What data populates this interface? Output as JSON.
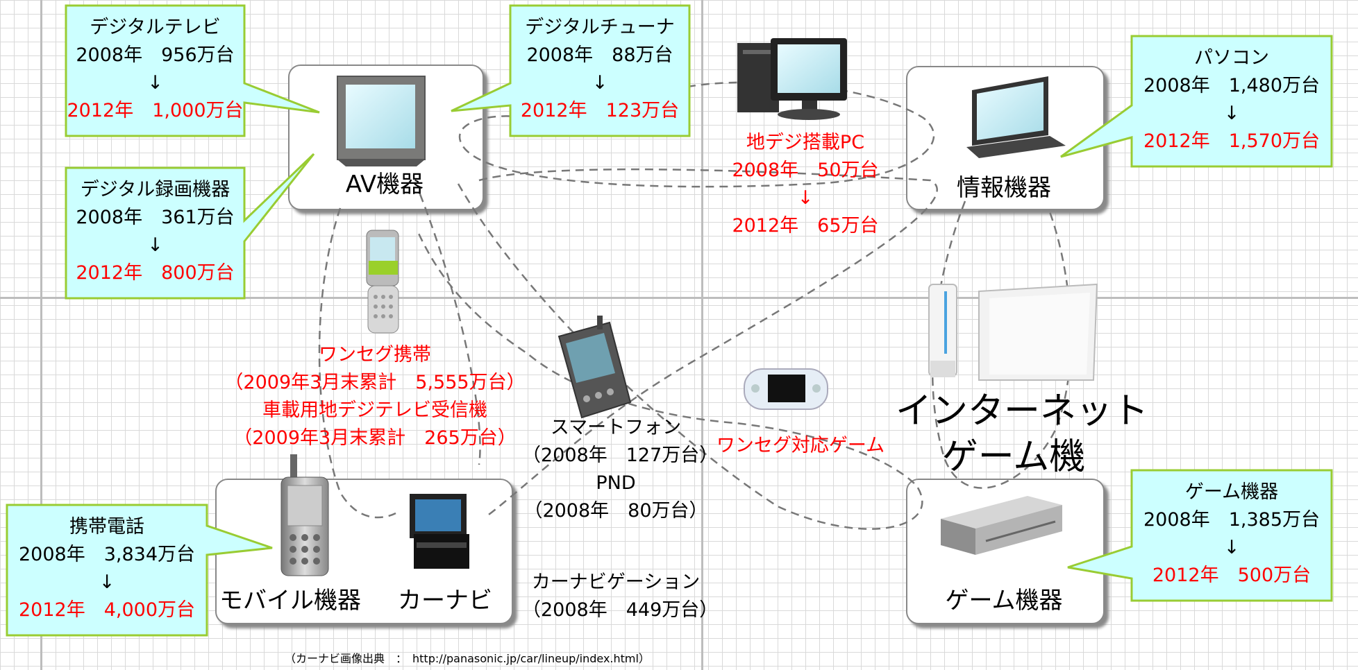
{
  "categories": {
    "av": "AV機器",
    "info": "情報機器",
    "mobile": "モバイル機器",
    "carnavi": "カーナビ",
    "game": "ゲーム機器"
  },
  "callouts": {
    "digital_tv": {
      "name": "デジタルテレビ",
      "y2008": "2008年　956万台",
      "arrow": "↓",
      "y2012": "2012年　1,000万台"
    },
    "digital_tuner": {
      "name": "デジタルチューナ",
      "y2008": "2008年　88万台",
      "arrow": "↓",
      "y2012": "2012年　123万台"
    },
    "digital_recorder": {
      "name": "デジタル録画機器",
      "y2008": "2008年　361万台",
      "arrow": "↓",
      "y2012": "2012年　800万台"
    },
    "pc": {
      "name": "パソコン",
      "y2008": "2008年　1,480万台",
      "arrow": "↓",
      "y2012": "2012年　1,570万台"
    },
    "mobile_phone": {
      "name": "携帯電話",
      "y2008": "2008年　3,834万台",
      "arrow": "↓",
      "y2012": "2012年　4,000万台"
    },
    "game_device": {
      "name": "ゲーム機器",
      "y2008": "2008年　1,385万台",
      "arrow": "↓",
      "y2012": "2012年　500万台"
    }
  },
  "chideji_pc": {
    "name": "地デジ搭載PC",
    "y2008": "2008年　50万台",
    "arrow": "↓",
    "y2012": "2012年　65万台"
  },
  "oneseg_phone": {
    "line1": "ワンセグ携帯",
    "line2": "（2009年3月末累計　5,555万台）",
    "line3": "車載用地デジテレビ受信機",
    "line4": "（2009年3月末累計　265万台）"
  },
  "smartphone": {
    "line1": "スマートフォン",
    "line2": "（2008年　127万台）",
    "line3": "PND",
    "line4": "（2008年　80万台）"
  },
  "carnavigation": {
    "line1": "カーナビゲーション",
    "line2": "（2008年　449万台）"
  },
  "oneseg_game": "ワンセグ対応ゲーム",
  "internet_game": {
    "line1": "インターネット",
    "line2": "ゲーム機"
  },
  "source_note": "（カーナビ画像出典　：　http://panasonic.jp/car/lineup/index.html）",
  "colors": {
    "callout_fill": "#ccffff",
    "callout_border": "#99cc33",
    "highlight": "#ff0000"
  }
}
